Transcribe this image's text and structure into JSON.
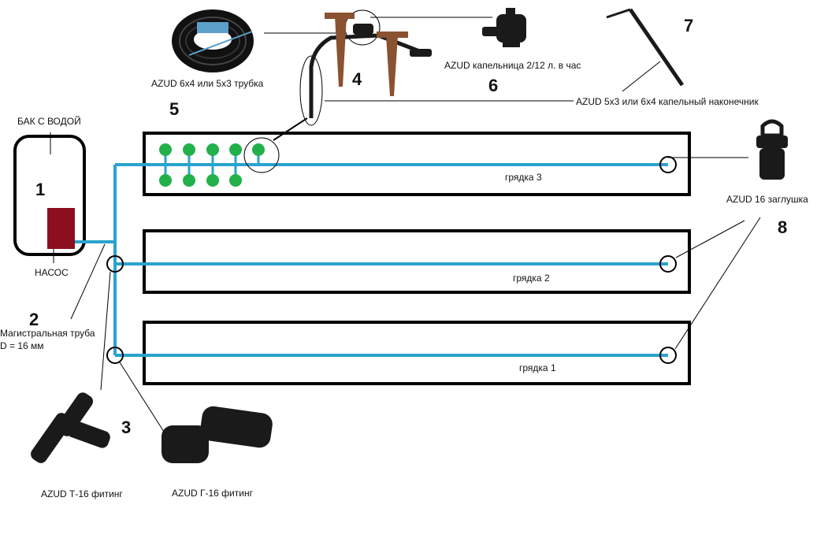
{
  "labels": {
    "tank": "БАК С ВОДОЙ",
    "pump": "НАСОС",
    "main_pipe_line1": "Магистральная труба",
    "main_pipe_line2": "D = 16 мм",
    "tube": "AZUD 6x4 или 5x3 трубка",
    "dripper": "AZUD капельница 2/12 л. в час",
    "drip_tip": "AZUD 5x3 или 6x4 капельный наконечник",
    "end_plug": "AZUD 16 заглушка",
    "t_fitting": "AZUD Т-16 фитинг",
    "l_fitting": "AZUD Г-16 фитинг",
    "bed1": "грядка 1",
    "bed2": "грядка 2",
    "bed3": "грядка 3"
  },
  "numbers": {
    "n1": "1",
    "n2": "2",
    "n3": "3",
    "n4": "4",
    "n5": "5",
    "n6": "6",
    "n7": "7",
    "n8": "8"
  },
  "colors": {
    "pipe": "#2aa3cf",
    "plant": "#22b04a",
    "pump": "#8b0f1e",
    "outline": "#000000",
    "stake": "#8a5230"
  }
}
